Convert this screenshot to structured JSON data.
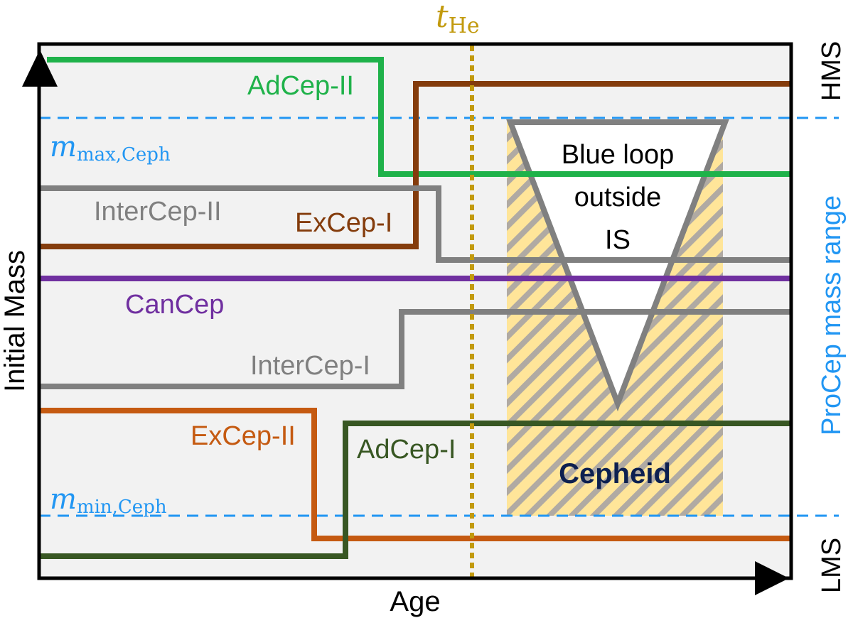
{
  "axes": {
    "xlabel": "Age",
    "ylabel": "Initial Mass",
    "right_top": "HMS",
    "right_bottom": "LMS",
    "right_middle": "ProCep mass range"
  },
  "markers": {
    "tHe": {
      "base": "t",
      "sub": "He"
    },
    "mmax": {
      "base": "m",
      "sub": "max,Ceph"
    },
    "mmin": {
      "base": "m",
      "sub": "min,Ceph"
    }
  },
  "tracks": [
    {
      "id": "adcep-ii",
      "label": "AdCep-II",
      "color": "#1fb24a"
    },
    {
      "id": "excep-i",
      "label": "ExCep-I",
      "color": "#843c0c"
    },
    {
      "id": "intercep-ii",
      "label": "InterCep-II",
      "color": "#808080"
    },
    {
      "id": "cancep",
      "label": "CanCep",
      "color": "#7030a0"
    },
    {
      "id": "intercep-i",
      "label": "InterCep-I",
      "color": "#808080"
    },
    {
      "id": "excep-ii",
      "label": "ExCep-II",
      "color": "#c55a11"
    },
    {
      "id": "adcep-i",
      "label": "AdCep-I",
      "color": "#385723"
    }
  ],
  "regions": {
    "cepheid": "Cepheid",
    "blue_loop": [
      "Blue loop",
      "outside",
      "IS"
    ]
  },
  "colors": {
    "mass_limits": "#2196f3",
    "tHe": "#c29a0e",
    "cepheid_label": "#0d2050",
    "frame": "#000000",
    "background": "#f2f2f2"
  }
}
